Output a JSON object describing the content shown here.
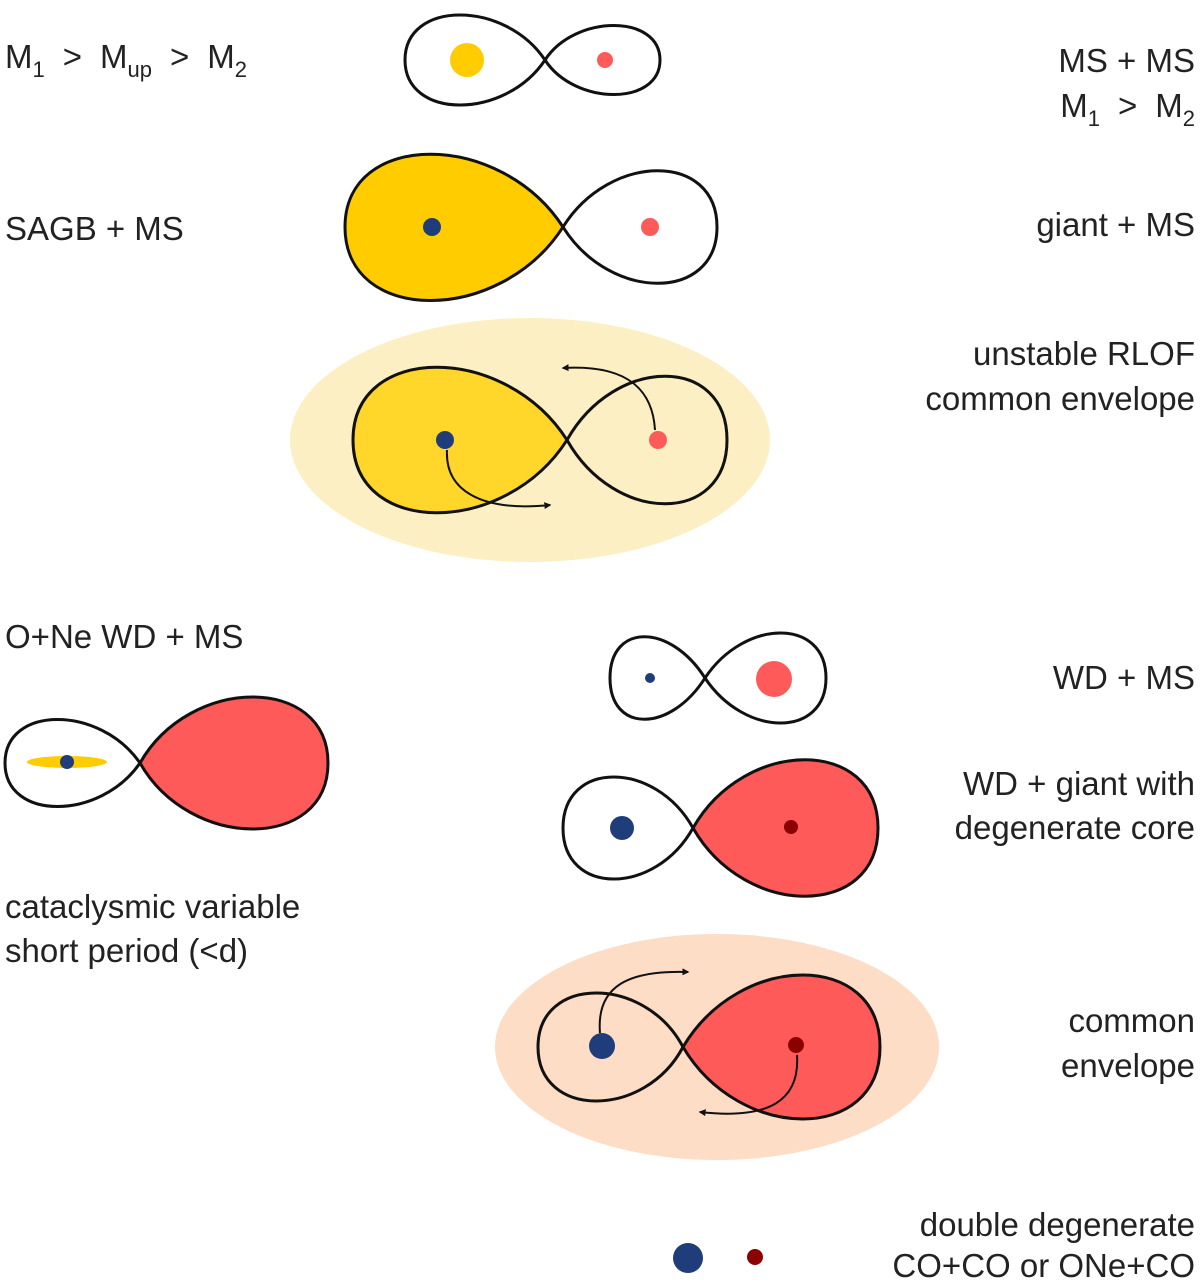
{
  "labels": {
    "mass_condition": {
      "m1": "M",
      "m1_sub": "1",
      "gt1": ">",
      "mup": "M",
      "mup_sub": "up",
      "gt2": ">",
      "m2": "M",
      "m2_sub": "2"
    },
    "ms_ms": "MS + MS",
    "mass_ratio": {
      "m1": "M",
      "m1_sub": "1",
      "gt": ">",
      "m2": "M",
      "m2_sub": "2"
    },
    "sagb_ms": "SAGB + MS",
    "giant_ms": "giant + MS",
    "unstable_rlof": [
      "unstable RLOF",
      "common envelope"
    ],
    "onewd_ms": "O+Ne WD + MS",
    "wd_ms": "WD + MS",
    "wd_giant": [
      "WD + giant with",
      "degenerate core"
    ],
    "cv": [
      "cataclysmic variable",
      "short period (<d)"
    ],
    "common_envelope": [
      "common",
      "envelope"
    ],
    "double_degenerate": [
      "double degenerate",
      "CO+CO or ONe+CO"
    ]
  },
  "colors": {
    "yellow": "#FFCC00",
    "yellow_light": "#FFD629",
    "envelope_yellow": "#FDEFC4",
    "red": "#FF5A5A",
    "envelope_peach": "#FDDDC6",
    "navy": "#1F3D7A",
    "dark_red": "#8B0000",
    "outline": "#111111"
  }
}
